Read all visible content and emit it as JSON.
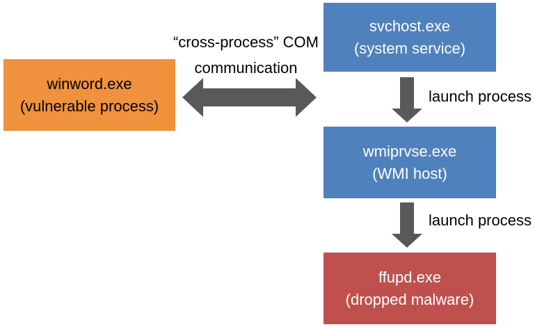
{
  "diagram": {
    "title": "",
    "arrow_color": "#595959",
    "nodes": [
      {
        "id": "winword",
        "line1": "winword.exe",
        "line2": "(vulnerable process)",
        "color": "#F0913D",
        "text_color": "#000000"
      },
      {
        "id": "svchost",
        "line1": "svchost.exe",
        "line2": "(system service)",
        "color": "#4F81BD",
        "text_color": "#FFFFFF"
      },
      {
        "id": "wmiprvse",
        "line1": "wmiprvse.exe",
        "line2": "(WMI host)",
        "color": "#4F81BD",
        "text_color": "#FFFFFF"
      },
      {
        "id": "ffupd",
        "line1": "ffupd.exe",
        "line2": "(dropped malware)",
        "color": "#C0504D",
        "text_color": "#FFFFFF"
      }
    ],
    "edges": [
      {
        "from": "winword",
        "to": "svchost",
        "style": "double-headed-horizontal",
        "label_line1": "“cross-process” COM",
        "label_line2": "communication"
      },
      {
        "from": "svchost",
        "to": "wmiprvse",
        "style": "down",
        "label": "launch process"
      },
      {
        "from": "wmiprvse",
        "to": "ffupd",
        "style": "down",
        "label": "launch process"
      }
    ]
  }
}
